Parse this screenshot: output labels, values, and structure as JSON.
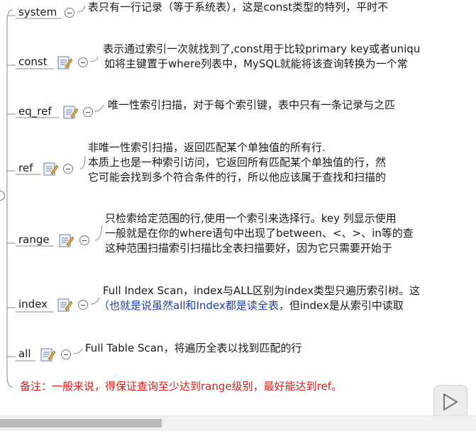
{
  "nodes": [
    {
      "id": "system",
      "term": "system",
      "lines": [
        "表只有一行记录（等于系统表），这是const类型的特列，平时不"
      ]
    },
    {
      "id": "const",
      "term": "const",
      "lines": [
        "表示通过索引一次就找到了,const用于比较primary key或者uniqu",
        "如将主键置于where列表中，MySQL就能将该查询转换为一个常"
      ]
    },
    {
      "id": "eq_ref",
      "term": "eq_ref",
      "lines": [
        "唯一性索引扫描，对于每个索引键，表中只有一条记录与之匹"
      ]
    },
    {
      "id": "ref",
      "term": "ref",
      "lines": [
        "非唯一性索引扫描，返回匹配某个单独值的所有行.",
        "本质上也是一种索引访问，它返回所有匹配某个单独值的行，然",
        "它可能会找到多个符合条件的行，所以他应该属于查找和扫描的"
      ]
    },
    {
      "id": "range",
      "term": "range",
      "lines": [
        "只检索给定范围的行,使用一个索引来选择行。key 列显示使用",
        "一般就是在你的where语句中出现了between、<、>、in等的查",
        "这种范围扫描索引扫描比全表扫描要好，因为它只需要开始于"
      ]
    },
    {
      "id": "index",
      "term": "index",
      "line1": "Full Index Scan，index与ALL区别为index类型只遍历索引树。这",
      "line2_blue": "（也就是说虽然all和Index都是读全表，",
      "line2_rest": "但index是从索引中读取"
    },
    {
      "id": "all",
      "term": "all",
      "lines": [
        "Full Table Scan，将遍历全表以找到匹配的行"
      ]
    }
  ],
  "remark": "备注：一般来说，得保证查询至少达到range级别，最好能达到ref。",
  "colors": {
    "text": "#1a1a1a",
    "remark": "#d2231e",
    "blue": "#1f3fa6",
    "line": "#8a8a8a"
  },
  "icons": {
    "note": "note-icon",
    "collapse": "collapse-icon",
    "play": "play-icon"
  }
}
